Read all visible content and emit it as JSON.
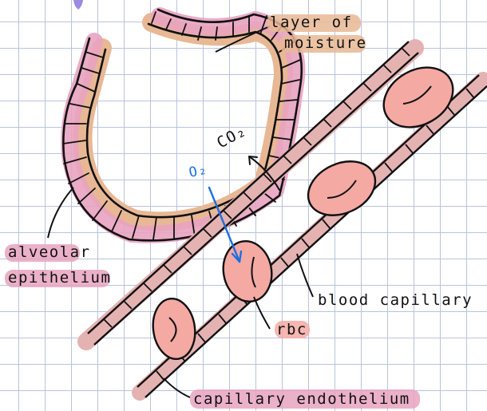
{
  "labels": {
    "moisture_line1": "layer of",
    "moisture_line2": "moisture",
    "co2": "CO₂",
    "o2": "O₂",
    "alveolar_line1": "alveolar",
    "alveolar_line2": "epithelium",
    "blood_capillary": "blood capillary",
    "rbc": "rbc",
    "capillary_endothelium": "capillary endothelium"
  },
  "colors": {
    "moisture": "#e8b894",
    "epithelium": "#e8a3c0",
    "rbc": "#f4a9a3",
    "capillary": "#e5b2b2",
    "o2_arrow": "#1b6fe0"
  }
}
